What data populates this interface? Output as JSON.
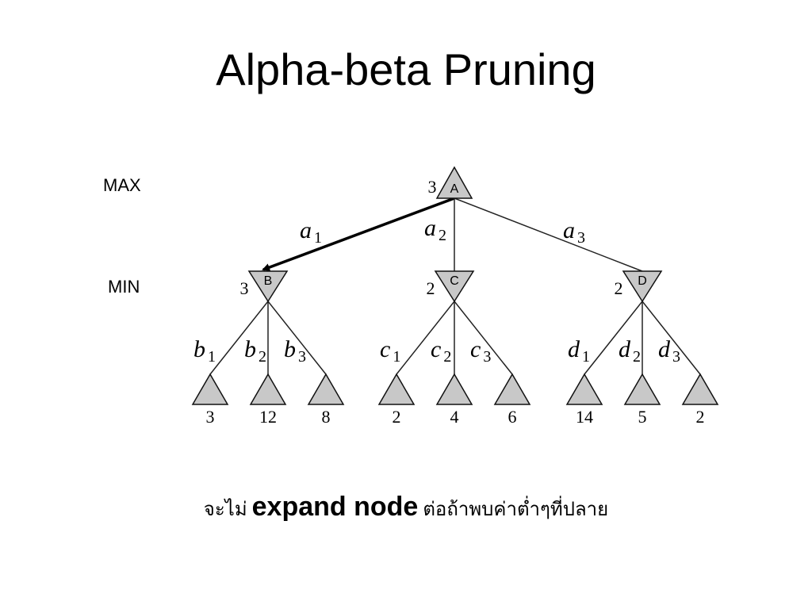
{
  "title": "Alpha-beta Pruning",
  "levels": {
    "max": "MAX",
    "min": "MIN"
  },
  "root": {
    "label": "A",
    "value": "3"
  },
  "root_actions": [
    {
      "name": "a",
      "sub": "1"
    },
    {
      "name": "a",
      "sub": "2"
    },
    {
      "name": "a",
      "sub": "3"
    }
  ],
  "min_nodes": [
    {
      "label": "B",
      "value": "3",
      "actions": [
        {
          "name": "b",
          "sub": "1"
        },
        {
          "name": "b",
          "sub": "2"
        },
        {
          "name": "b",
          "sub": "3"
        }
      ],
      "leaves": [
        "3",
        "12",
        "8"
      ]
    },
    {
      "label": "C",
      "value": "2",
      "actions": [
        {
          "name": "c",
          "sub": "1"
        },
        {
          "name": "c",
          "sub": "2"
        },
        {
          "name": "c",
          "sub": "3"
        }
      ],
      "leaves": [
        "2",
        "4",
        "6"
      ]
    },
    {
      "label": "D",
      "value": "2",
      "actions": [
        {
          "name": "d",
          "sub": "1"
        },
        {
          "name": "d",
          "sub": "2"
        },
        {
          "name": "d",
          "sub": "3"
        }
      ],
      "leaves": [
        "14",
        "5",
        "2"
      ]
    }
  ],
  "best_move_index": 0,
  "caption": {
    "prefix": "จะไม่",
    "emphasis": "expand node",
    "suffix": "ต่อถ้าพบค่าต่ำๆที่ปลาย"
  }
}
